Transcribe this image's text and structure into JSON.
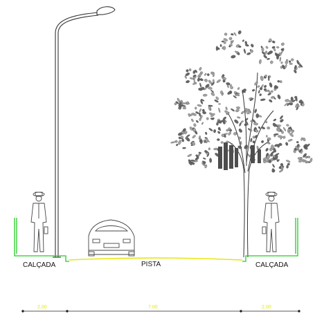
{
  "labels": {
    "left_sidewalk": "CALÇADA",
    "road": "PISTA",
    "right_sidewalk": "CALÇADA"
  },
  "dimensions": {
    "left_width": "2.00",
    "road_width": "7.00",
    "right_width": "2.00"
  },
  "colors": {
    "curb": "#22cc22",
    "road_line": "#e6e600",
    "dimension_text": "#e8e800",
    "linework": "#333333"
  },
  "icons": [
    "street-lamp-icon",
    "person-icon",
    "car-icon",
    "tree-icon"
  ]
}
